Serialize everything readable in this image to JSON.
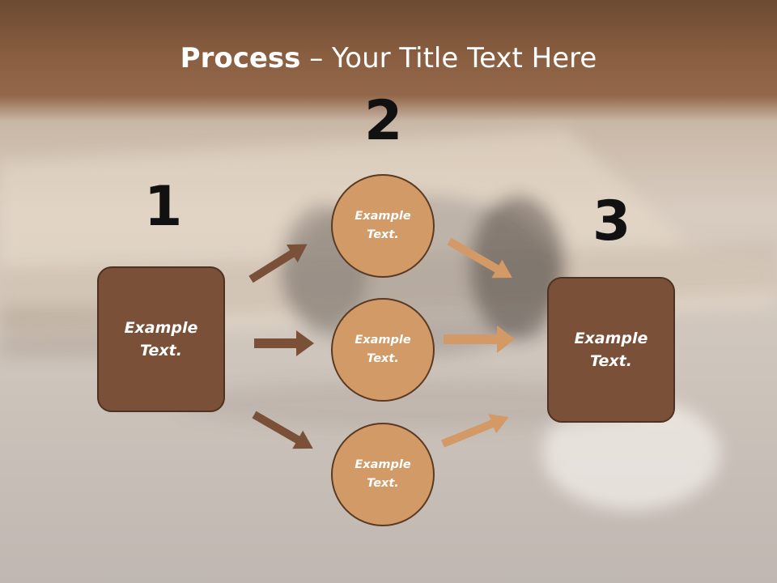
{
  "title": {
    "bold": "Process",
    "separator": " – ",
    "rest": "Your Title Text Here"
  },
  "steps": [
    {
      "number": "1",
      "text": "Example Text."
    },
    {
      "number": "2",
      "items": [
        {
          "text": "Example Text."
        },
        {
          "text": "Example Text."
        },
        {
          "text": "Example Text."
        }
      ]
    },
    {
      "number": "3",
      "text": "Example Text."
    }
  ],
  "colors": {
    "box_fill": "#7a5038",
    "circle_fill": "#d19a66",
    "arrow_dark": "#7a5038",
    "arrow_light": "#d39a68",
    "header_band": "#8a5e40"
  }
}
